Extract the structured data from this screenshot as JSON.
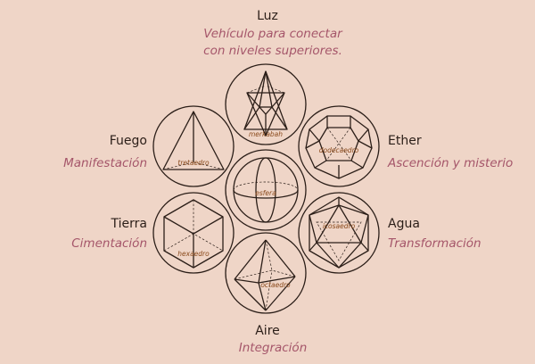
{
  "elements": {
    "luz": {
      "name": "Luz",
      "desc_lines": [
        "Vehículo para conectar",
        "con niveles superiores."
      ]
    },
    "fuego": {
      "name": "Fuego",
      "desc": "Manifestación"
    },
    "ether": {
      "name": "Ether",
      "desc": "Ascención y misterio"
    },
    "tierra": {
      "name": "Tierra",
      "desc": "Cimentación"
    },
    "agua": {
      "name": "Agua",
      "desc": "Transformación"
    },
    "aire": {
      "name": "Aire",
      "desc": "Integración"
    }
  },
  "solids": {
    "merkabah": "merkabah",
    "tetraedro": "tretaedro",
    "esfera": "esfera",
    "dodecaedro": "dodecaedro",
    "hexaedro": "hexaedro",
    "icosaedro": "icosaedro",
    "octaedro": "octaedro"
  },
  "colors": {
    "background": "#efd5c7",
    "line": "#2b1e18",
    "description": "#a5566a",
    "solid_label": "#8a4a1c"
  }
}
